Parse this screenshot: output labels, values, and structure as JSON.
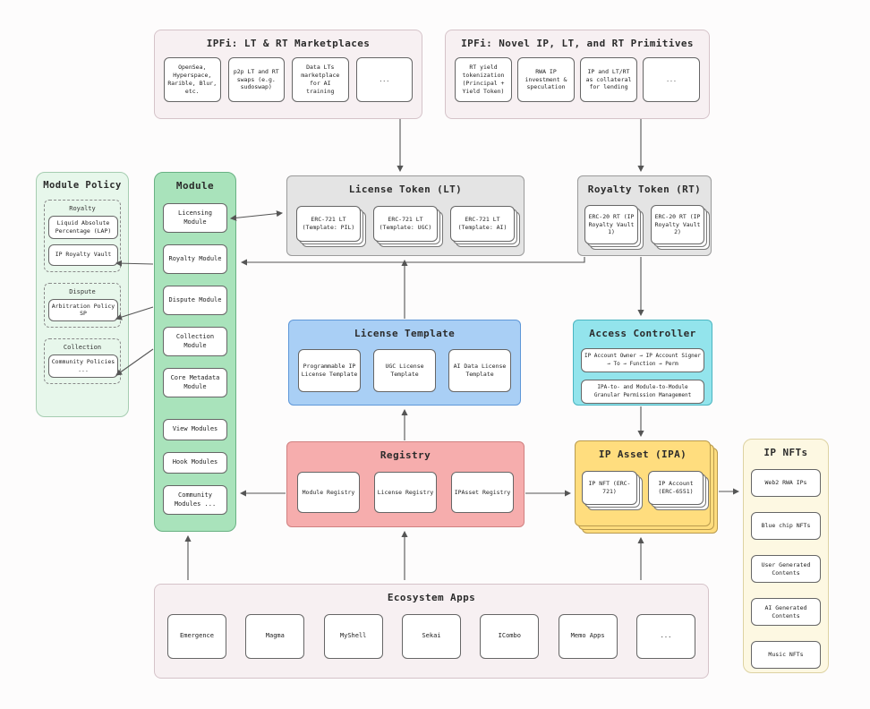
{
  "colors": {
    "page_bg": "#fdfcfc",
    "ipfi_bg": "#f7f0f2",
    "policy_bg": "#e7f7eb",
    "module_bg": "#a9e3bb",
    "token_bg": "#e4e4e4",
    "template_bg": "#a9cff5",
    "access_bg": "#93e4ec",
    "registry_bg": "#f6adad",
    "ipa_bg": "#ffdd7e",
    "nfts_bg": "#fdf8e2",
    "ecosystem_bg": "#f7f0f2",
    "arrow": "#555555"
  },
  "marketplaces": {
    "title": "IPFi: LT & RT Marketplaces",
    "items": [
      "OpenSea, Hyperspace, Rarible, Blur, etc.",
      "p2p LT and RT swaps (e.g. sudoswap)",
      "Data LTs marketplace for AI training",
      "..."
    ]
  },
  "primitives": {
    "title": "IPFi: Novel IP, LT, and RT Primitives",
    "items": [
      "RT yield tokenization (Principal + Yield Token)",
      "RWA IP investment & speculation",
      "IP and LT/RT as collateral for lending",
      "..."
    ]
  },
  "module_policy": {
    "title": "Module Policy",
    "groups": [
      {
        "label": "Royalty",
        "items": [
          "Liquid Absolute Percentage (LAP)",
          "IP Royalty Vault"
        ]
      },
      {
        "label": "Dispute",
        "items": [
          "Arbitration Policy SP"
        ]
      },
      {
        "label": "Collection",
        "items": [
          "Community Policies ..."
        ]
      }
    ]
  },
  "module": {
    "title": "Module",
    "items": [
      "Licensing Module",
      "Royalty Module",
      "Dispute Module",
      "Collection Module",
      "Core Metadata Module",
      "View Modules",
      "Hook Modules",
      "Community Modules ..."
    ]
  },
  "license_token": {
    "title": "License Token (LT)",
    "items": [
      "ERC-721 LT (Template: PIL)",
      "ERC-721 LT (Template: UGC)",
      "ERC-721 LT (Template: AI)"
    ]
  },
  "royalty_token": {
    "title": "Royalty Token (RT)",
    "items": [
      "ERC-20 RT (IP Royalty Vault 1)",
      "ERC-20 RT (IP Royalty Vault 2)"
    ]
  },
  "license_template": {
    "title": "License Template",
    "items": [
      "Programmable IP License Template",
      "UGC License Template",
      "AI Data License Template"
    ]
  },
  "access_controller": {
    "title": "Access Controller",
    "items": [
      "IP Account Owner → IP Account Signer → To → Function → Perm",
      "IPA-to- and Module-to-Module Granular Permission Management"
    ]
  },
  "registry": {
    "title": "Registry",
    "items": [
      "Module Registry",
      "License Registry",
      "IPAsset Registry"
    ]
  },
  "ip_asset": {
    "title": "IP Asset (IPA)",
    "items": [
      "IP NFT (ERC-721)",
      "IP Account (ERC-6551)"
    ]
  },
  "ip_nfts": {
    "title": "IP NFTs",
    "items": [
      "Web2 RWA IPs",
      "Blue chip NFTs",
      "User Generated Contents",
      "AI Generated Contents",
      "Music NFTs"
    ]
  },
  "ecosystem": {
    "title": "Ecosystem Apps",
    "items": [
      "Emergence",
      "Magma",
      "MyShell",
      "Sekai",
      "ICombo",
      "Memo Apps",
      "..."
    ]
  }
}
